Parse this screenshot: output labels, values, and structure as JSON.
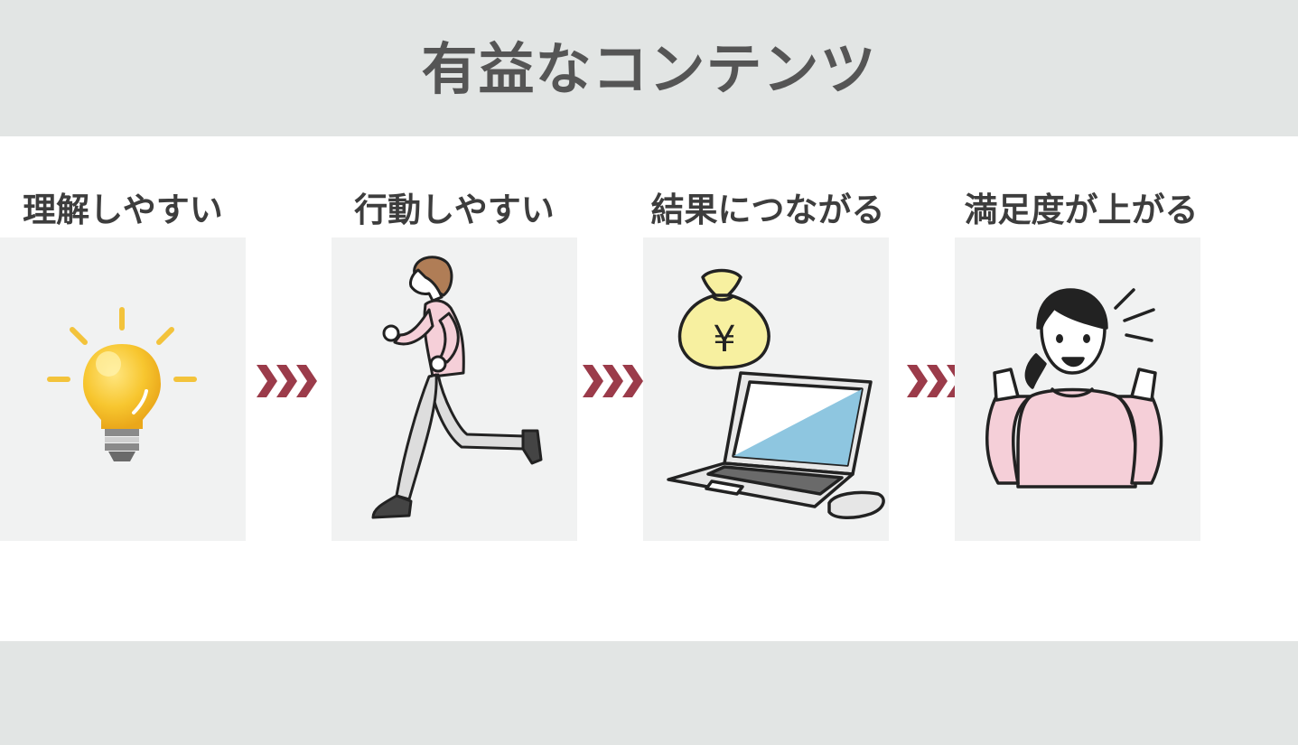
{
  "title": "有益なコンテンツ",
  "steps": [
    {
      "label": "理解しやすい",
      "icon": "lightbulb-icon"
    },
    {
      "label": "行動しやすい",
      "icon": "running-woman-icon"
    },
    {
      "label": "結果につながる",
      "icon": "money-bag-laptop-icon"
    },
    {
      "label": "満足度が上がる",
      "icon": "happy-woman-icon"
    }
  ],
  "money_bag_symbol": "¥",
  "colors": {
    "header_bg": "#e2e5e4",
    "panel_bg": "#f1f2f2",
    "arrow": "#9b3b4a",
    "bulb": "#f6c32e",
    "pink": "#f5cfd8"
  }
}
